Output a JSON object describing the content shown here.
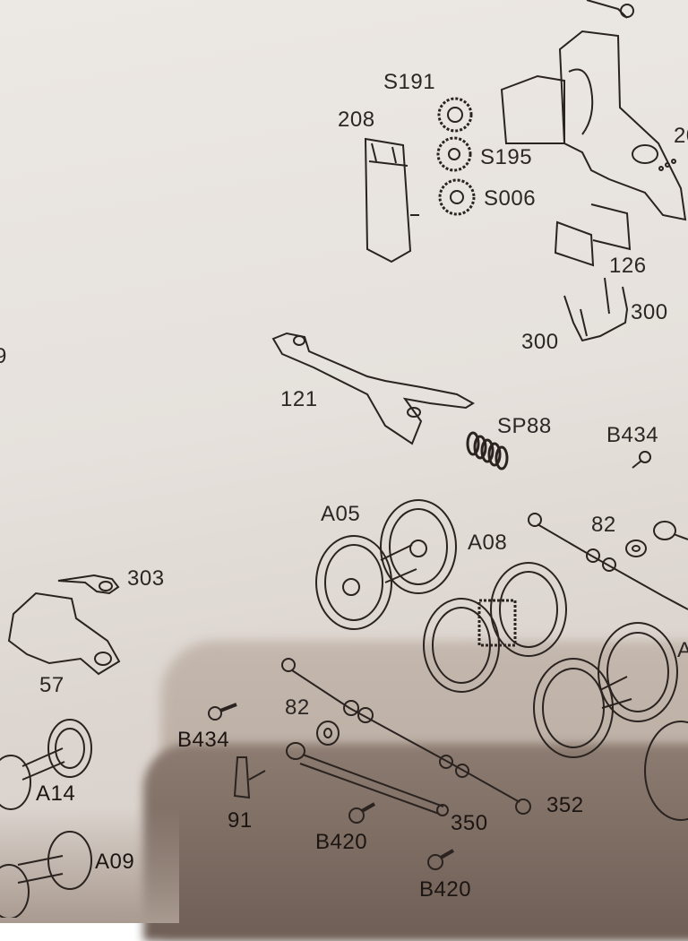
{
  "labels": {
    "s191": "S191",
    "p208": "208",
    "s195": "S195",
    "s006": "S006",
    "p20_partial": "20",
    "p126": "126",
    "p300a": "300",
    "p300b": "300",
    "p121": "121",
    "sp88": "SP88",
    "b434a": "B434",
    "a05": "A05",
    "a08": "A08",
    "p82a": "82",
    "p303": "303",
    "p57": "57",
    "p82b": "82",
    "a_partial": "A",
    "b434b": "B434",
    "a14": "A14",
    "p91": "91",
    "p350": "350",
    "p352": "352",
    "b420a": "B420",
    "b420b": "B420",
    "a09": "A09",
    "p9_partial": "9"
  }
}
